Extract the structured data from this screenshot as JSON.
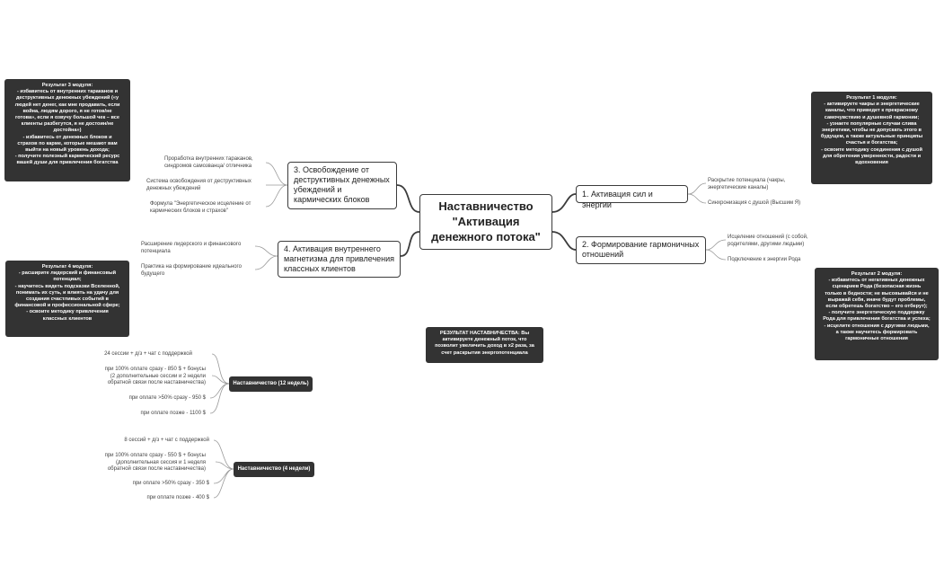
{
  "central": {
    "line1": "Наставничество",
    "line2": "\"Активация",
    "line3": "денежного потока\""
  },
  "branches": {
    "b1": {
      "label": "1. Активация сил и энергии"
    },
    "b2": {
      "label": "2. Формирование гармоничных отношений"
    },
    "b3": {
      "label": "3. Освобождение от деструктивных денежных убеждений и кармических блоков"
    },
    "b4": {
      "label": "4. Активация внутреннего магнетизма для привлечения классных клиентов"
    }
  },
  "leaves": {
    "b1": [
      "Раскрытие потенциала (чакры,\nэнергетические каналы)",
      "Синхронизация с душой (Высшим Я)"
    ],
    "b2": [
      "Исцеление отношений (с собой,\nродителями, другими людьми)",
      "Подключение к энергии Рода"
    ],
    "b3": [
      "Проработка внутренних тараканов,\nсиндромов самозванца/ отличника",
      "Система освобождения от деструктивных\nденежных убеждений",
      "Формула \"Энергетическое исцеление от\nкармических блоков и страхов\""
    ],
    "b4": [
      "Расширение лидерского и финансового\nпотенциала",
      "Практика на формирование идеального\nбудущего"
    ]
  },
  "results": {
    "r1": "Результат 1 модуля:\n- активируете чакры и энергетические\nканалы, что приведет к прекрасному\nсамочувствию и душевной гармонии;\n- узнаете популярные случаи слива\nэнергетики, чтобы не допускать этого в\nбудущем, а также актуальные принципы\nсчастья и богатства;\n- освоите методику соединения с душой\nдля обретения уверенности, радости и\nвдохновения",
    "r2": "Результат 2 модуля:\n- избавитесь от негативных денежных\nсценариев Рода (безопасная жизнь\nтолько в бедности; не высовывайся и не\nвыражай себя, иначе будут проблемы,\nесли обретешь богатство – его отберут);\n- получите энергетическую поддержку\nРода для привлечения богатства и успеха;\n- исцелите отношения с другими людьми,\nа также научитесь формировать\nгармоничные отношения",
    "r3": "Результат 3 модуля:\n- избавитесь от внутренних тараканов и\nдеструктивных денежных убеждений («у\nлюдей нет денег, как мне продавать, если\nвойна, людям дорого, я не готов/не\nготова», если я озвучу большой чек – все\nклиенты разбегутся, я не достоин/не\nдостойна»)\n- избавитесь от денежных блоков и\nстрахов по карме, которые мешают вам\nвыйти на новый уровень дохода;\n- получите полезный кармический ресурс\nвашей души для привлечения богатства",
    "r4": "Результат 4 модуля:\n- расширите лидерский и финансовый\nпотенциал;\n- научитесь видеть подсказки Вселенной,\nпонимать их суть, и влиять на удачу для\nсоздания счастливых событий в\nфинансовой и профессиональной сфере;\n- освоите методику привлечения\nклассных клиентов",
    "main": "РЕЗУЛЬТАТ НАСТАВНИЧЕСТВА: Вы\nактивируете денежный поток, что\nпозволит увеличить доход в х2 раза, за\nсчет раскрытия энергопотенциала"
  },
  "pricing12": {
    "label": "Наставничество (12 недель)",
    "items": [
      "24 сессии + д/з + чат с поддержкой",
      "при 100% оплате сразу - 850 $ + бонусы\n(2 дополнительные сессии и 2 недели\nобратной связи после наставничества)",
      "при оплате >50% сразу - 950 $",
      "при оплате позже - 1100 $"
    ]
  },
  "pricing4": {
    "label": "Наставничество (4 недели)",
    "items": [
      "8 сессий + д/з + чат с поддержкой",
      "при 100% оплате сразу - 550 $ + бонусы\n(дополнительная сессия и 1 неделя\nобратной связи после наставничества)",
      "при оплате >50% сразу - 350 $",
      "при оплате позже - 400 $"
    ]
  },
  "colors": {
    "line": "#3c3c3c",
    "dark": "#333333",
    "background": "#ffffff"
  }
}
